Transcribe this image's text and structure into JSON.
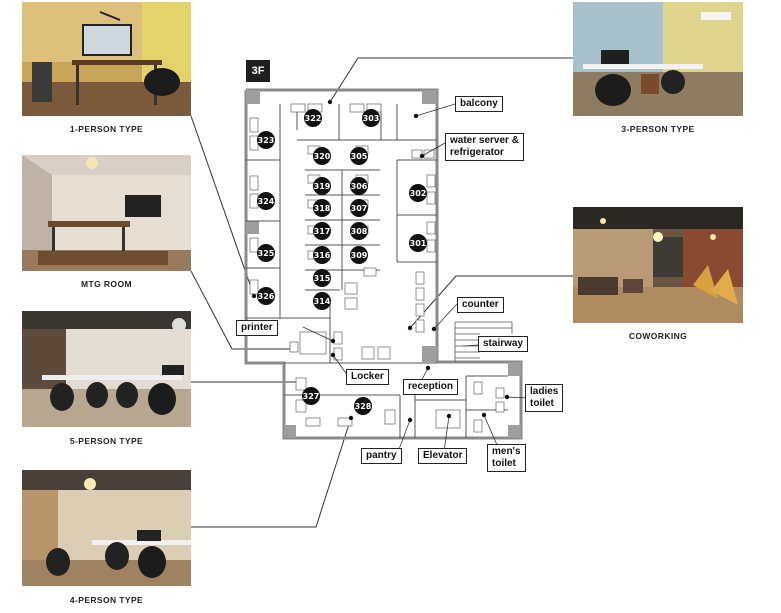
{
  "floor_tag": "3F",
  "photos": {
    "one_person": "1-PERSON TYPE",
    "mtg_room": "MTG ROOM",
    "five_person": "5-PERSON TYPE",
    "four_person": "4-PERSON TYPE",
    "three_person": "3-PERSON TYPE",
    "coworking": "COWORKING"
  },
  "labels": {
    "balcony": "balcony",
    "water_server": "water server &\nrefrigerator",
    "counter": "counter",
    "stairway": "stairway",
    "printer": "printer",
    "locker": "Locker",
    "reception": "reception",
    "ladies_toilet": "ladies\ntoilet",
    "mens_toilet": "men's\ntoilet",
    "pantry": "pantry",
    "elevator": "Elevator"
  },
  "rooms": {
    "r322": "322",
    "r303": "303",
    "r323": "323",
    "r320": "320",
    "r305": "305",
    "r319": "319",
    "r306": "306",
    "r302": "302",
    "r324": "324",
    "r318": "318",
    "r307": "307",
    "r317": "317",
    "r308": "308",
    "r301": "301",
    "r325": "325",
    "r316": "316",
    "r309": "309",
    "r315": "315",
    "r326": "326",
    "r314": "314",
    "r327": "327",
    "r328": "328"
  },
  "colors": {
    "wall": "#8a8a8a",
    "pillar": "#9e9e9e",
    "line": "#2a2a2a",
    "badge": "#111111"
  }
}
